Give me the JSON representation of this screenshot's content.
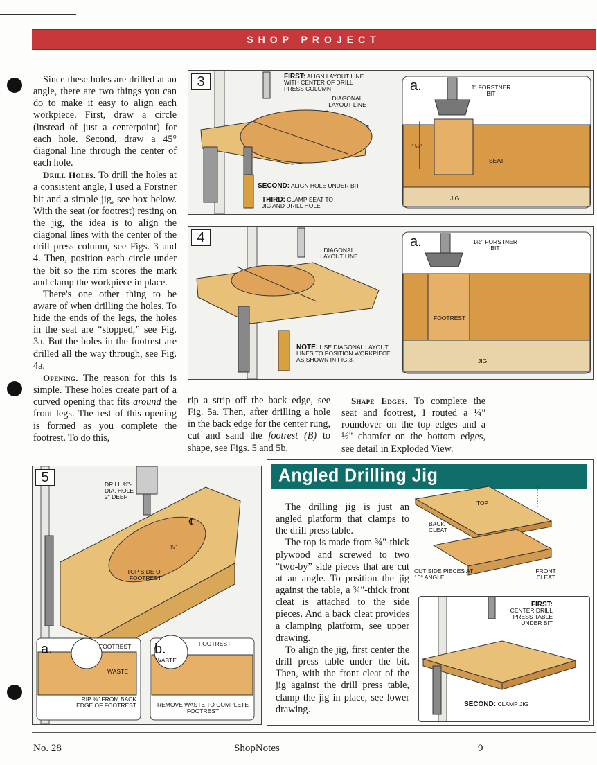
{
  "header": {
    "banner": "SHOP PROJECT"
  },
  "col1": {
    "p1": "Since these holes are drilled at an angle, there are two things you can do to make it easy to align each workpiece. First, draw a circle (instead of just a centerpoint) for each hole. Second, draw a 45° diagonal line through the center of each hole.",
    "p2_head": "Drill Holes.",
    "p2": " To drill the holes at a consistent angle, I used a Forstner bit and a simple jig, see box below. With the seat (or footrest) resting on the jig, the idea is to align the diagonal lines with the center of the drill press column, see Figs. 3 and 4. Then, position each circle under the bit so the rim scores the mark and clamp the workpiece in place.",
    "p3": "There's one other thing to be aware of when drilling the holes. To hide the ends of the legs, the holes in the seat are “stopped,” see Fig. 3a. But the holes in the footrest are drilled all the way through, see Fig. 4a.",
    "p4_head": "Opening.",
    "p4a": " The reason for this is simple. These holes create part of a curved opening that fits ",
    "p4_em": "around",
    "p4b": " the front legs. The rest of this opening is formed as you complete the footrest. To do this,"
  },
  "col2": {
    "p1a": "rip a strip off the back edge, see Fig. 5a. Then, after drilling a hole in the back edge for the center rung, cut and sand the ",
    "p1_em": "footrest (B)",
    "p1b": " to shape, see Figs. 5 and 5b."
  },
  "col3": {
    "p1_head": "Shape Edges.",
    "p1": " To complete the seat and footrest, I routed a ¼\" roundover on the top edges and a ½\" chamfer on the bottom edges, see detail in Exploded View."
  },
  "fig3": {
    "num": "3",
    "first_b": "FIRST:",
    "first": " ALIGN LAYOUT LINE WITH CENTER OF DRILL PRESS COLUMN",
    "diag": "DIAGONAL LAYOUT LINE",
    "second_b": "SECOND:",
    "second": " ALIGN HOLE UNDER BIT",
    "third_b": "THIRD:",
    "third": " CLAMP SEAT TO JIG AND DRILL HOLE",
    "a": "a.",
    "bit": "1\" FORSTNER BIT",
    "dim": "1½\"",
    "seat": "SEAT",
    "jig": "JIG"
  },
  "fig4": {
    "num": "4",
    "diag": "DIAGONAL LAYOUT LINE",
    "note_b": "NOTE:",
    "note": " USE DIAGONAL LAYOUT LINES TO POSITION WORKPIECE AS SHOWN IN FIG.3.",
    "a": "a.",
    "bit": "1½\" FORSTNER BIT",
    "footrest": "FOOTREST",
    "jig": "JIG"
  },
  "fig5": {
    "num": "5",
    "drill": "DRILL ¾\"-DIA. HOLE 2\" DEEP",
    "cl": "℄",
    "three_quarter": "¾\"",
    "topside": "TOP SIDE OF FOOTREST",
    "a": "a.",
    "a_footrest": "FOOTREST",
    "waste": "WASTE",
    "rip": "RIP ⅜\" FROM BACK EDGE OF FOOTREST",
    "b": "b.",
    "b_footrest": "FOOTREST",
    "b_waste": "WASTE",
    "remove": "REMOVE WASTE TO COMPLETE FOOTREST"
  },
  "jig": {
    "title": "Angled Drilling Jig",
    "p1": "The drilling jig is just an angled platform that clamps to the drill press table.",
    "p2": "The top is made from ¾\"-thick plywood and screwed to two “two-by” side pieces that are cut at an angle. To position the jig against the table, a ¾\"-thick front cleat is attached to the side pieces. And a back cleat provides a clamping platform, see upper drawing.",
    "p3": "To align the jig, first center the drill press table under the bit. Then, with the front cleat of the jig against the drill press table, clamp the jig in place, see lower drawing.",
    "top": "TOP",
    "back_cleat": "BACK CLEAT",
    "side": "CUT SIDE PIECES AT 10° ANGLE",
    "front_cleat": "FRONT CLEAT",
    "first_b": "FIRST:",
    "first": "CENTER DRILL PRESS TABLE UNDER BIT",
    "second_b": "SECOND:",
    "second": " CLAMP JIG"
  },
  "footer": {
    "left": "No. 28",
    "center": "ShopNotes",
    "right": "9"
  }
}
